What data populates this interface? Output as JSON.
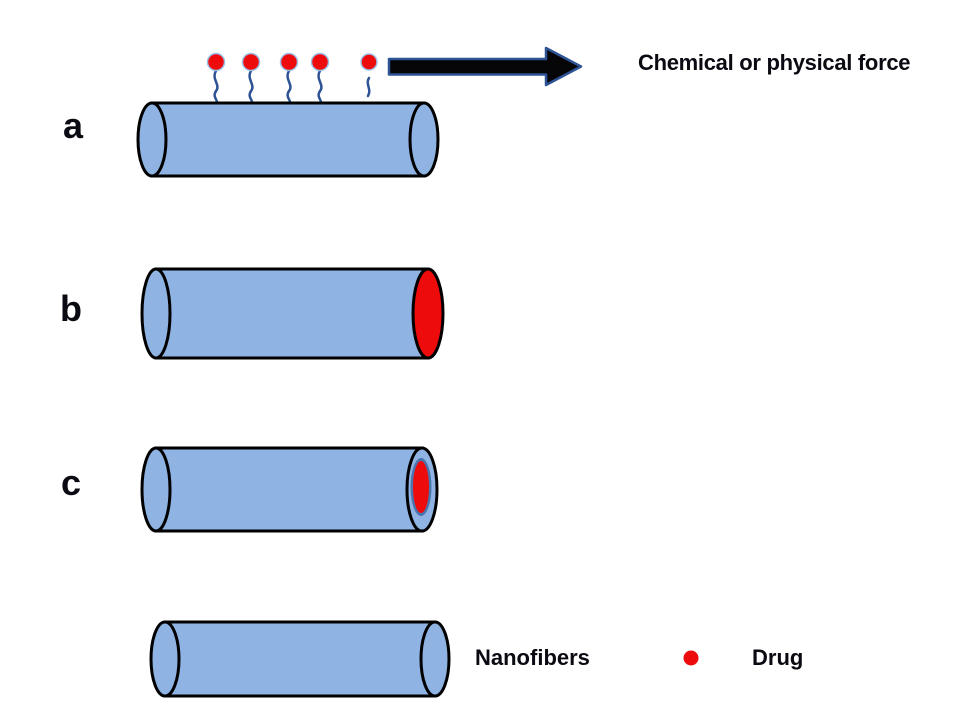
{
  "figure": {
    "colors": {
      "background": "#FFFFFF",
      "fiber_fill": "#8FB3E2",
      "outline": "#000000",
      "drug_red": "#EE0B0B",
      "drug_ring": "#9CC0EA",
      "core_halo": "#4A74AD",
      "tether_blue": "#2E5395",
      "arrow_fill": "#060608",
      "text": "#0A0A12"
    },
    "rows": [
      {
        "label": "a"
      },
      {
        "label": "b"
      },
      {
        "label": "c"
      }
    ],
    "force_label": "Chemical or physical force",
    "legend": {
      "nanofiber_label": "Nanofibers",
      "drug_label": "Drug"
    }
  }
}
